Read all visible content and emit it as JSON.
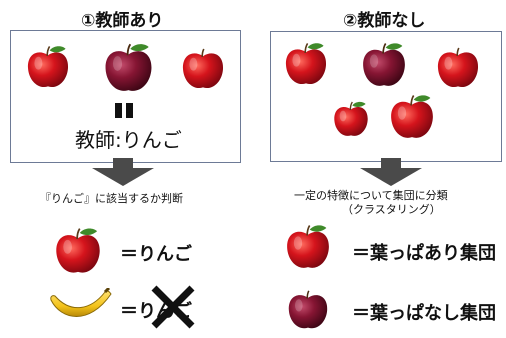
{
  "left": {
    "title": "①教師あり",
    "teacher_label": "教師:りんご",
    "caption": "『りんご』に該当するか判断",
    "result1": "＝りんご",
    "result2_text": "＝りんご"
  },
  "right": {
    "title": "②教師なし",
    "caption_line1": "一定の特徴について集団に分類",
    "caption_line2": "（クラスタリング）",
    "result1": "＝葉っぱあり集団",
    "result2": "＝葉っぱなし集団"
  },
  "colors": {
    "box_border": "#6d7a96",
    "arrow": "#4a4a4a",
    "apple_red": "#c0141c",
    "apple_dark": "#7a1026",
    "leaf": "#3f8a2a",
    "banana": "#f0c419",
    "cross": "#111111"
  }
}
